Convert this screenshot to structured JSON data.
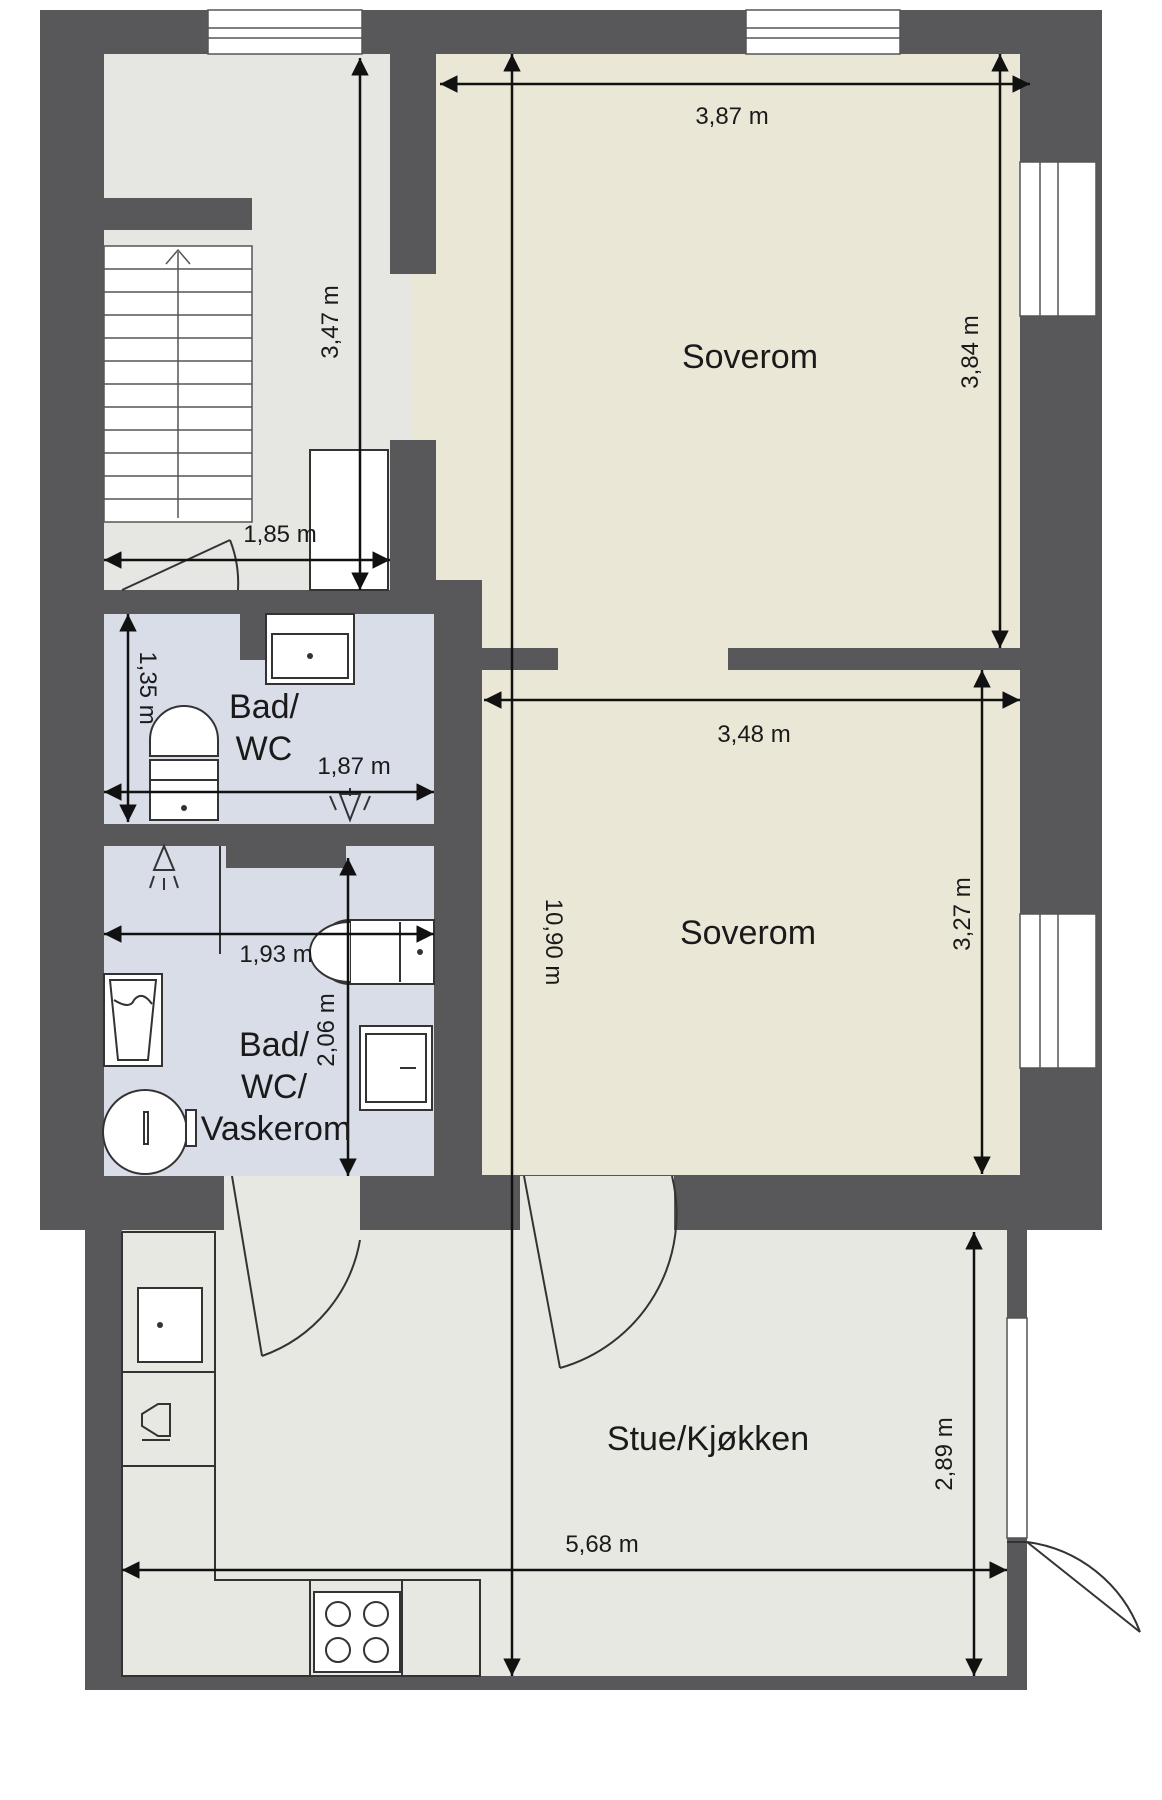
{
  "colors": {
    "wall": "#58585a",
    "bedroom_floor": "#ebe7d7",
    "bath_floor": "#d9dde8",
    "hall_floor": "#e6e6e2",
    "living_floor": "#e8e8e3"
  },
  "rooms": {
    "bedroom_top": "Soverom",
    "bedroom_bottom": "Soverom",
    "bath1_line1": "Bad/",
    "bath1_line2": "WC",
    "bath2_line1": "Bad/",
    "bath2_line2": "WC/",
    "bath2_line3": "Vaskerom",
    "living": "Stue/Kjøkken"
  },
  "dimensions": {
    "bedroom_top_width": "3,87 m",
    "bedroom_top_depth": "3,84 m",
    "hall_length": "3,47 m",
    "hall_width": "1,85 m",
    "bath1_depth": "1,35 m",
    "bath1_width": "1,87 m",
    "bedroom_bottom_width": "3,48 m",
    "bedroom_bottom_depth": "3,27 m",
    "total_length": "10,90 m",
    "bath2_width": "1,93 m",
    "bath2_depth": "2,06 m",
    "living_depth": "2,89 m",
    "living_width": "5,68 m"
  }
}
